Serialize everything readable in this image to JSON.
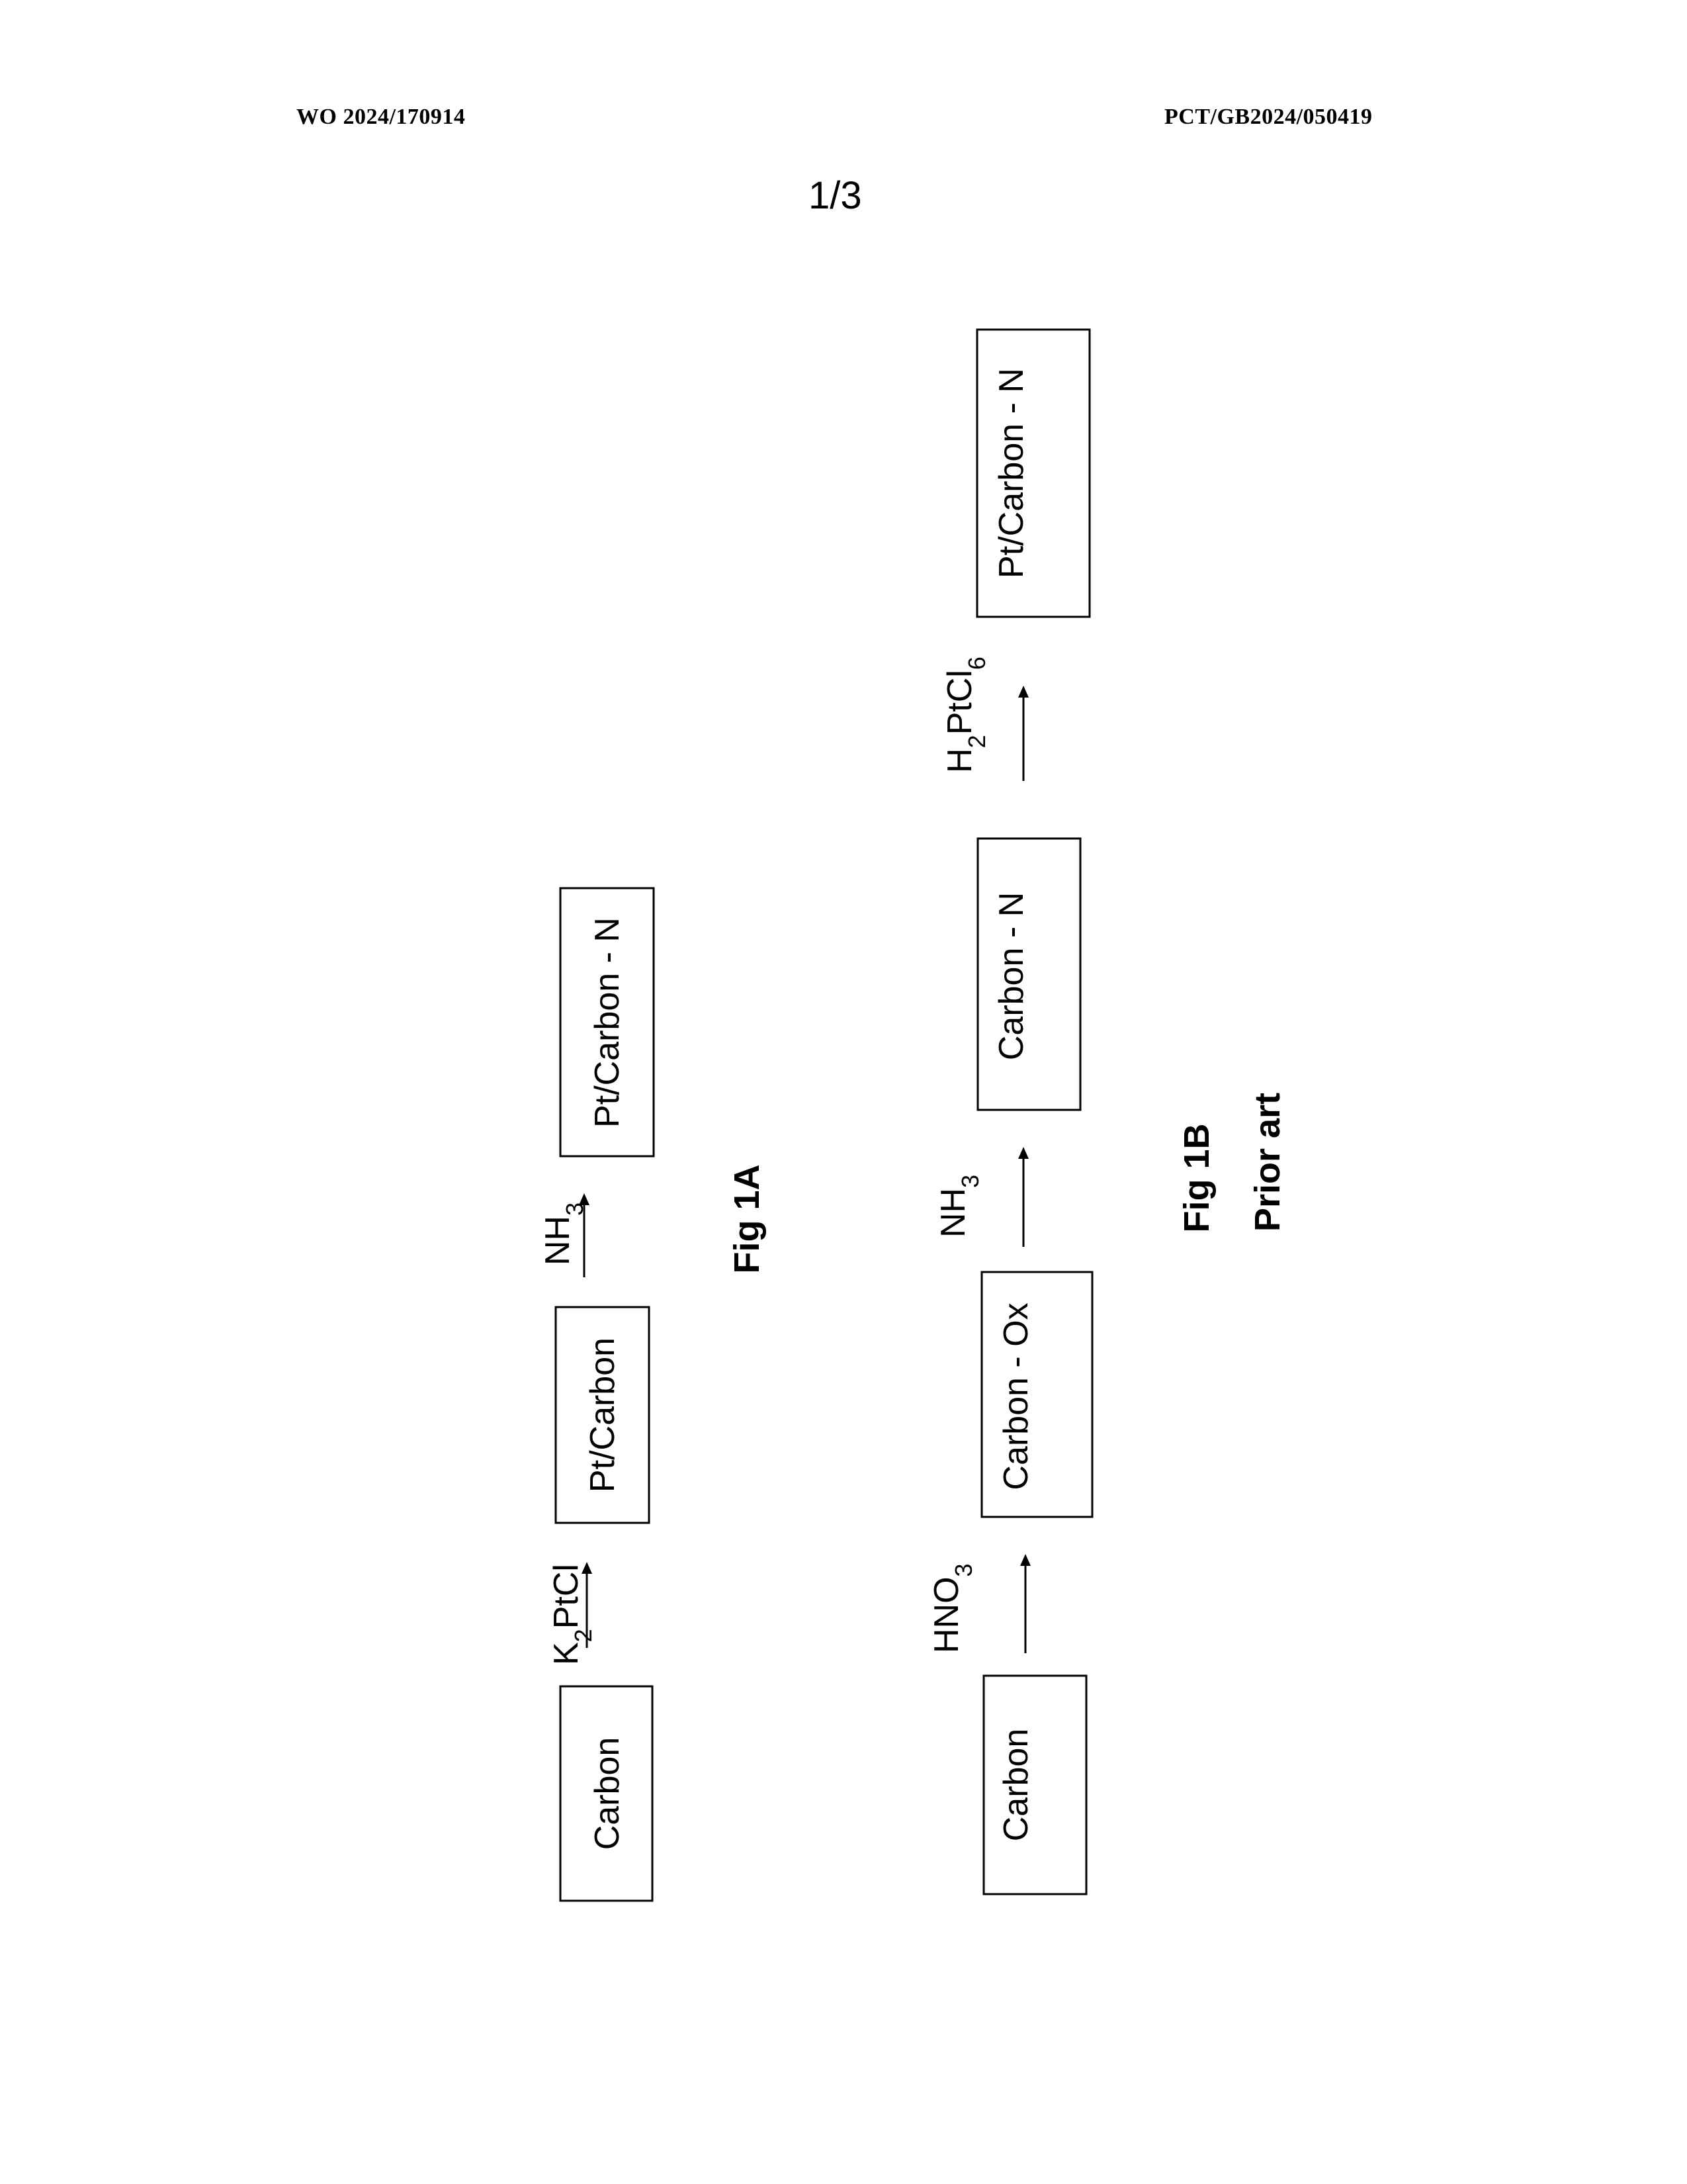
{
  "header": {
    "publication_number": "WO 2024/170914",
    "application_number": "PCT/GB2024/050419",
    "sheet": "1/3"
  },
  "fig_1a": {
    "label": "Fig 1A",
    "boxes": [
      "Carbon",
      "Pt/Carbon",
      "Pt/Carbon - N"
    ],
    "reagents": [
      {
        "main": "K",
        "sub": "2",
        "rest": "PtCl"
      },
      {
        "main": "NH",
        "sub": "3",
        "rest": ""
      }
    ]
  },
  "fig_1b": {
    "label": "Fig 1B",
    "sublabel": "Prior art",
    "boxes": [
      "Carbon",
      "Carbon - Ox",
      "Carbon - N",
      "Pt/Carbon - N"
    ],
    "reagents": [
      {
        "main": "HNO",
        "sub": "3",
        "rest": ""
      },
      {
        "main": "NH",
        "sub": "3",
        "rest": ""
      },
      {
        "main": "H",
        "sub": "2",
        "rest": "PtCl",
        "sub2": "6"
      }
    ]
  }
}
